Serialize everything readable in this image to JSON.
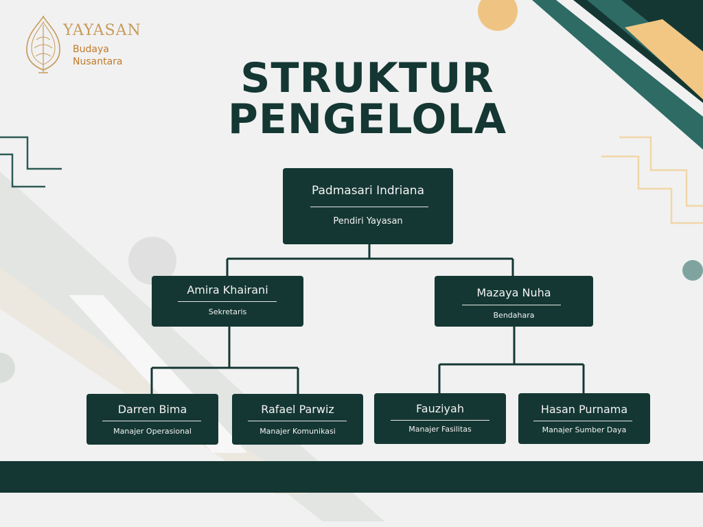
{
  "brand": {
    "word": "YAYASAN",
    "sub_line1": "Budaya",
    "sub_line2": "Nusantara",
    "accent": "#c79a5b"
  },
  "title": {
    "line1": "STRUKTUR",
    "line2": "PENGELOLA"
  },
  "colors": {
    "node_bg": "#143733",
    "connector": "#143733",
    "background": "#f1f1f1",
    "teal": "#2d6b64",
    "gold": "#f1c783"
  },
  "org": {
    "root": {
      "name": "Padmasari Indriana",
      "role": "Pendiri Yayasan"
    },
    "left": {
      "name": "Amira Khairani",
      "role": "Sekretaris"
    },
    "right": {
      "name": "Mazaya Nuha",
      "role": "Bendahara"
    },
    "left_children": [
      {
        "name": "Darren Bima",
        "role": "Manajer Operasional"
      },
      {
        "name": "Rafael Parwiz",
        "role": "Manajer Komunikasi"
      }
    ],
    "right_children": [
      {
        "name": "Fauziyah",
        "role": "Manajer Fasilitas"
      },
      {
        "name": "Hasan Purnama",
        "role": "Manajer Sumber Daya"
      }
    ]
  }
}
